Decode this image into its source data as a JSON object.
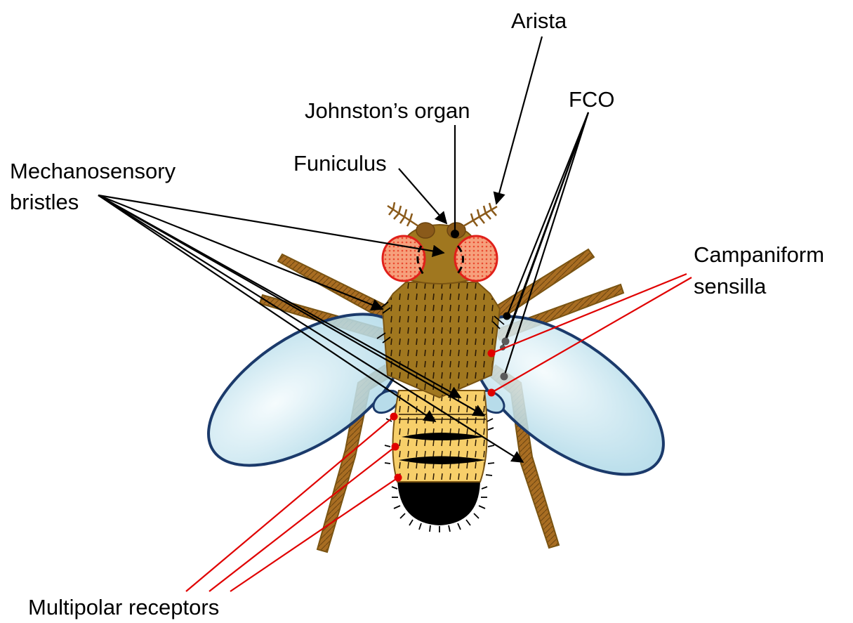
{
  "labels": {
    "arista": "Arista",
    "johnston": "Johnston’s organ",
    "fco": "FCO",
    "funiculus": "Funiculus",
    "mechano_line1": "Mechanosensory",
    "mechano_line2": "bristles",
    "campani_line1": "Campaniform",
    "campani_line2": "sensilla",
    "multipolar": "Multipolar receptors"
  },
  "colors": {
    "body_brown": "#a0771f",
    "body_outline": "#7a5412",
    "abdomen_yellow": "#f7cf6a",
    "abdomen_tip": "#000000",
    "eye_red": "#f2533a",
    "eye_outline": "#e0201a",
    "wing_fill": "#cfe9f2",
    "wing_outline": "#1b3a6b",
    "leg_brown": "#a86d22",
    "leader_black": "#000000",
    "leader_red": "#e00000",
    "marker_grey": "#5a5a5a"
  }
}
